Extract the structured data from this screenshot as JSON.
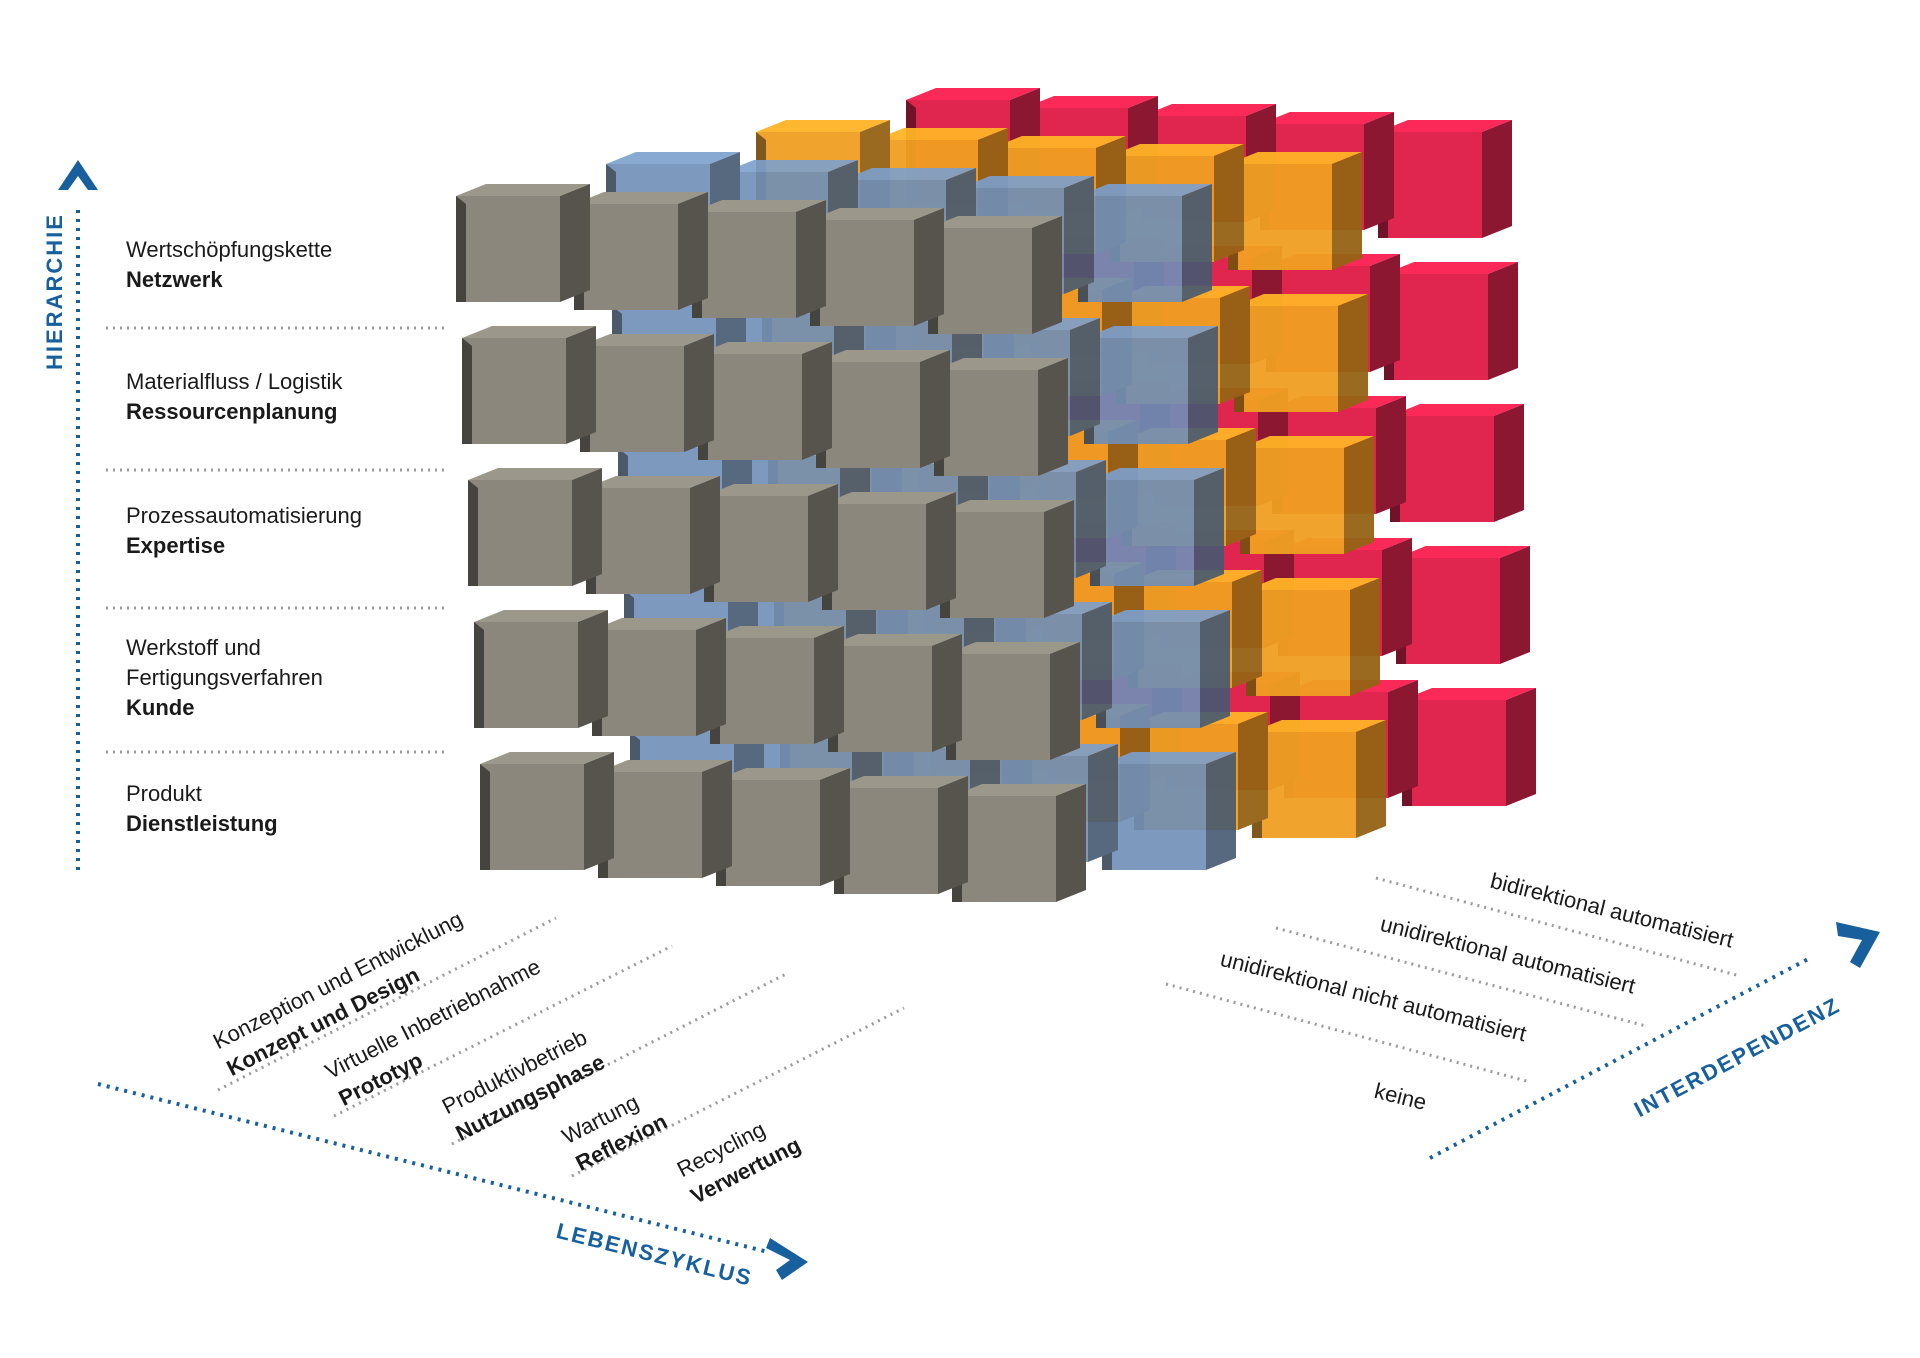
{
  "axes": {
    "hierarchy_title": "HIERARCHIE",
    "lifecycle_title": "LEBENSZYKLUS",
    "interdependence_title": "INTERDEPENDENZ"
  },
  "hierarchy": [
    {
      "line1": "Wertschöpfungskette",
      "line2": "Netzwerk"
    },
    {
      "line1": "Materialfluss / Logistik",
      "line2": "Ressourcenplanung"
    },
    {
      "line1": "Prozessautomatisierung",
      "line2": "Expertise"
    },
    {
      "line1": "Werkstoff und",
      "line1b": "Fertigungsverfahren",
      "line2": "Kunde"
    },
    {
      "line1": "Produkt",
      "line2": "Dienstleistung"
    }
  ],
  "lifecycle": [
    {
      "line1": "Konzeption und Entwicklung",
      "line2": "Konzept und Design"
    },
    {
      "line1": "Virtuelle Inbetriebnahme",
      "line2": "Prototyp"
    },
    {
      "line1": "Produktivbetrieb",
      "line2": "Nutzungsphase"
    },
    {
      "line1": "Wartung",
      "line2": "Reflexion"
    },
    {
      "line1": "Recycling",
      "line2": "Verwertung"
    }
  ],
  "interdependence": [
    {
      "label": "bidirektional automatisiert"
    },
    {
      "label": "unidirektional automatisiert"
    },
    {
      "label": "unidirektional nicht automatisiert"
    },
    {
      "label": "keine"
    }
  ],
  "colors": {
    "axis": "#17609d",
    "layer_gray": "#8b877c",
    "layer_blue": "#6f8fb8",
    "layer_orange": "#f0a022",
    "layer_red": "#e0254f",
    "dotted_line": "#9a9a9a"
  }
}
